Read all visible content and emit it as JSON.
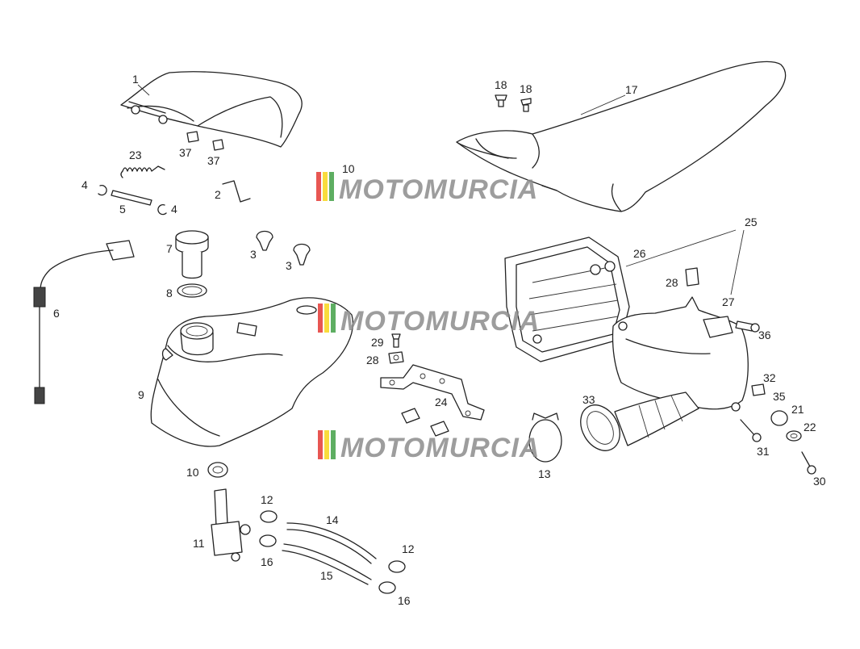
{
  "callouts": {
    "c1": "1",
    "c2": "2",
    "c3a": "3",
    "c3b": "3",
    "c4a": "4",
    "c4b": "4",
    "c5": "5",
    "c6": "6",
    "c7": "7",
    "c8": "8",
    "c9": "9",
    "c10a": "10",
    "c10b": "10",
    "c11": "11",
    "c12a": "12",
    "c12b": "12",
    "c13": "13",
    "c14": "14",
    "c15": "15",
    "c16a": "16",
    "c16b": "16",
    "c17": "17",
    "c18a": "18",
    "c18b": "18",
    "c21": "21",
    "c22": "22",
    "c23": "23",
    "c24": "24",
    "c25": "25",
    "c26": "26",
    "c27": "27",
    "c28a": "28",
    "c28b": "28",
    "c29": "29",
    "c30": "30",
    "c31": "31",
    "c32": "32",
    "c33": "33",
    "c35": "35",
    "c36": "36",
    "c37a": "37",
    "c37b": "37"
  },
  "watermark": {
    "text": "MOTOMURCIA",
    "colors": {
      "stripe1": "#e53935",
      "stripe2": "#f9d71c",
      "stripe3": "#43a047",
      "text": "#8c8c8c"
    }
  }
}
